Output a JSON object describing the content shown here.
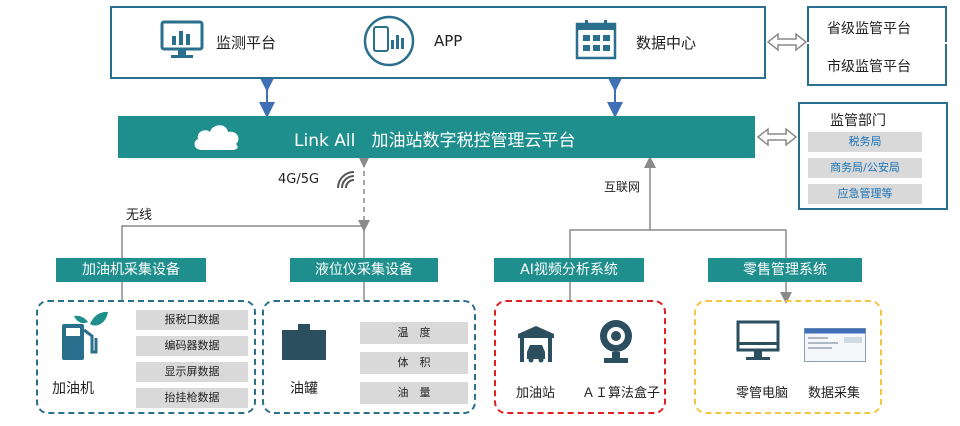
{
  "top_panel": {
    "items": [
      {
        "label": "监测平台",
        "icon": "monitor-chart-icon"
      },
      {
        "label": "APP",
        "icon": "phone-chart-icon"
      },
      {
        "label": "数据中心",
        "icon": "calendar-grid-icon"
      }
    ]
  },
  "supervision": {
    "provincial": "省级监管平台",
    "city": "市级监管平台"
  },
  "main_platform": {
    "title": "Link All   加油站数字税控管理云平台",
    "icon": "cloud-icon"
  },
  "departments": {
    "title": "监管部门",
    "items": [
      "税务局",
      "商务局/公安局",
      "应急管理等"
    ]
  },
  "connections": {
    "network_4g5g": "4G/5G",
    "internet": "互联网",
    "wireless": "无线"
  },
  "groups": [
    {
      "label": "加油机采集设备",
      "device": "加油机",
      "device_icon": "fuel-pump-leaf-icon",
      "items": [
        "报税口数据",
        "编码器数据",
        "显示屏数据",
        "抬挂枪数据"
      ],
      "border_color": "#2b6f8e"
    },
    {
      "label": "液位仪采集设备",
      "device": "油罐",
      "device_icon": "oil-tank-icon",
      "items": [
        "温　度",
        "体　积",
        "油　量"
      ],
      "border_color": "#2b6f8e"
    },
    {
      "label": "AI视频分析系统",
      "devices": [
        "加油站",
        "ＡＩ算法盒子"
      ],
      "device_icons": [
        "gas-station-car-icon",
        "camera-icon"
      ],
      "border_color": "#e02020"
    },
    {
      "label": "零售管理系统",
      "devices": [
        "零管电脑",
        "数据采集"
      ],
      "device_icons": [
        "computer-icon",
        "software-window-icon"
      ],
      "border_color": "#f4c542"
    }
  ],
  "colors": {
    "teal": "#1f8f8d",
    "navy": "#2b6f8e",
    "arrow_blue": "#3f6fb5",
    "gray_cell": "#d9d9d9",
    "dept_text": "#1a73b8"
  }
}
